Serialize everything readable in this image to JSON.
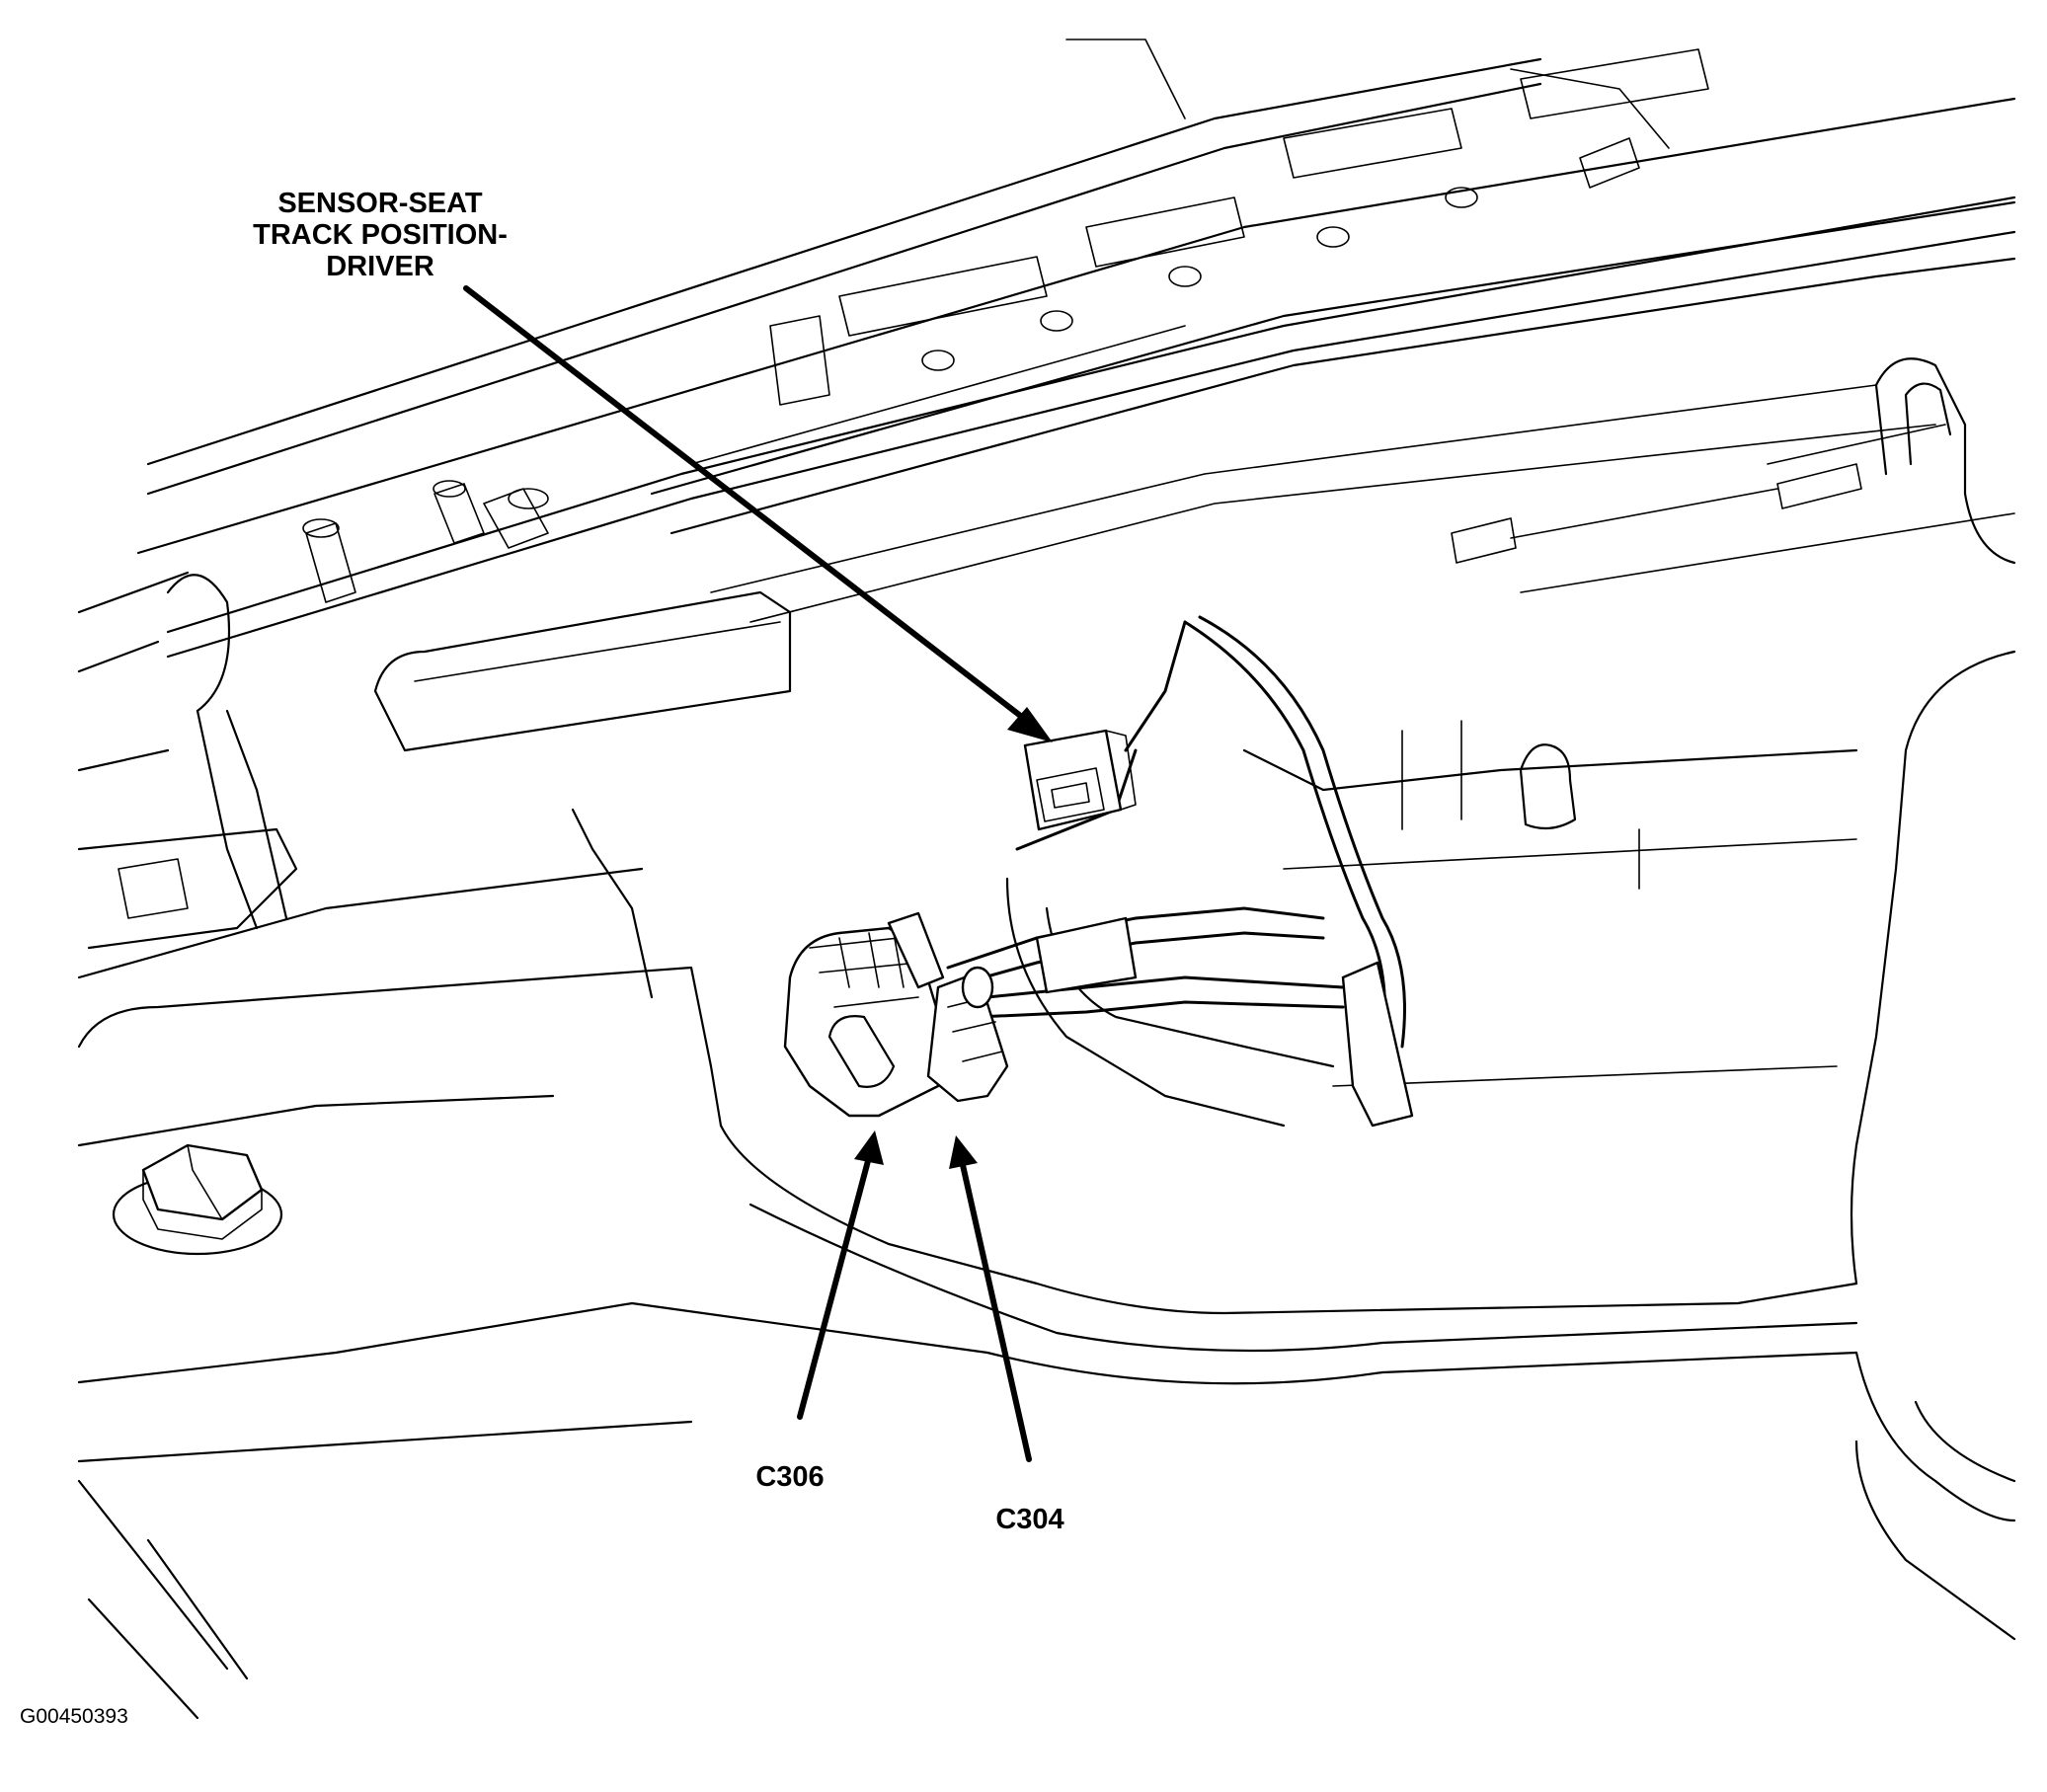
{
  "labels": {
    "sensor_line1": "SENSOR-SEAT",
    "sensor_line2": "TRACK POSITION-",
    "sensor_line3": "DRIVER",
    "c306": "C306",
    "c304": "C304",
    "figure_id": "G00450393"
  }
}
